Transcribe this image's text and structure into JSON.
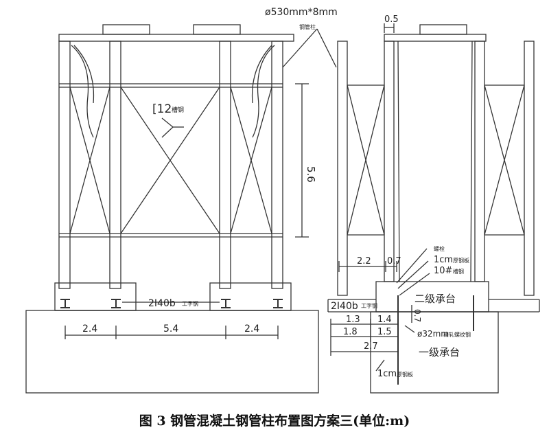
{
  "figure": {
    "caption": "图 3  钢管混凝土钢管柱布置图方案三(单位:m)"
  },
  "front_view": {
    "pipe_label": "ø530mm*8mm",
    "pipe_sublabel": "钢管柱",
    "channel_label": "[12",
    "channel_sublabel": "槽钢",
    "height_dim": "5.6",
    "beam_label": "2I40b",
    "beam_sublabel": "工字钢",
    "spans": [
      "2.4",
      "5.4",
      "2.4"
    ]
  },
  "side_view": {
    "top_dim": "0.5",
    "anchor_label": "螺栓",
    "plate_label": "1cm",
    "plate_sublabel": "厚钢板",
    "channel10_label": "10#",
    "channel10_sublabel": "槽钢",
    "dim_2_2": "2.2",
    "dim_0_7_top": "0.7",
    "beam_label": "2I40b",
    "beam_sublabel": "工字钢",
    "cap2_label": "二级承台",
    "dim_0_7_side": "0.7",
    "rebar_label": "ø32mm",
    "rebar_sublabel": "精轧螺纹钢",
    "dim_1_3": "1.3",
    "dim_1_4": "1.4",
    "dim_1_8": "1.8",
    "dim_1_5": "1.5",
    "dim_2_7": "2.7",
    "cap1_label": "一级承台",
    "bottom_plate_label": "1cm",
    "bottom_plate_sublabel": "厚钢板"
  }
}
